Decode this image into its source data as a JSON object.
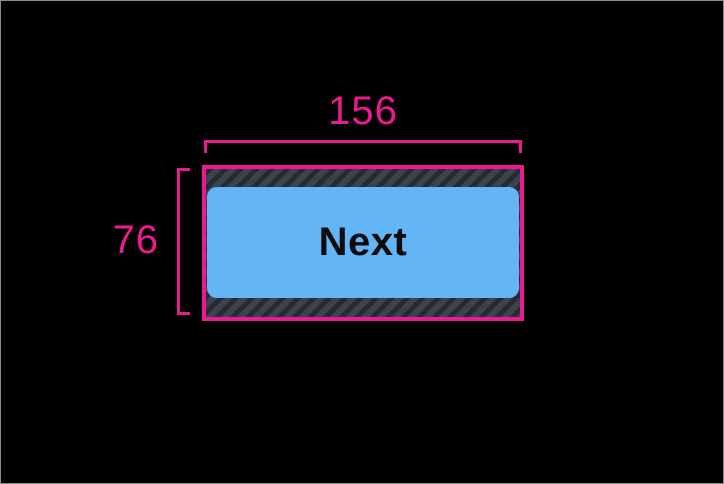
{
  "canvas": {
    "background_color": "#000000",
    "border_color": "#8d8d8d"
  },
  "annotation": {
    "accent_color": "#ec1a90",
    "width_label": "156",
    "height_label": "76"
  },
  "component": {
    "button_label": "Next",
    "button_fill_color": "#64b5f6",
    "button_text_color": "#0c0c0c",
    "padding_hatch_base_color": "#3c434e",
    "padding_hatch_stripe_color": "#262b33"
  }
}
